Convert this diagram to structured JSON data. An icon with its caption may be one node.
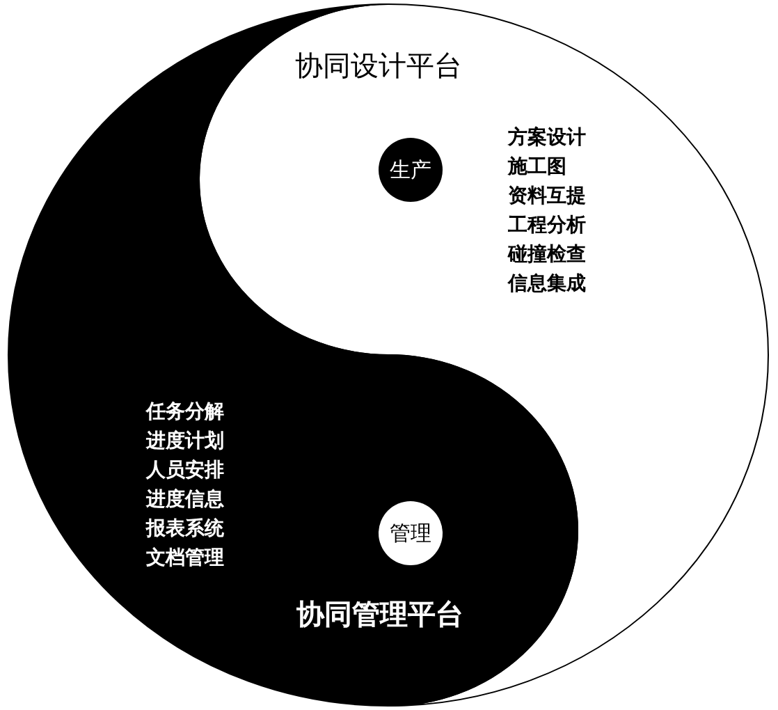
{
  "diagram": {
    "nodes": [
      {
        "text": [
          "协同设计平台",
          "方案设计",
          "施工图",
          "资料互提",
          "工程分析",
          "碰撞检查",
          "信息集成"
        ]
      },
      {
        "text": [
          "生产"
        ],
        "in": 0
      },
      {
        "text": [
          "协同管理平台",
          "任务分解",
          "进度计划",
          "人员安排",
          "进度信息",
          "报表系统",
          "文档管理"
        ]
      },
      {
        "text": [
          "管理"
        ],
        "in": 2
      }
    ]
  }
}
